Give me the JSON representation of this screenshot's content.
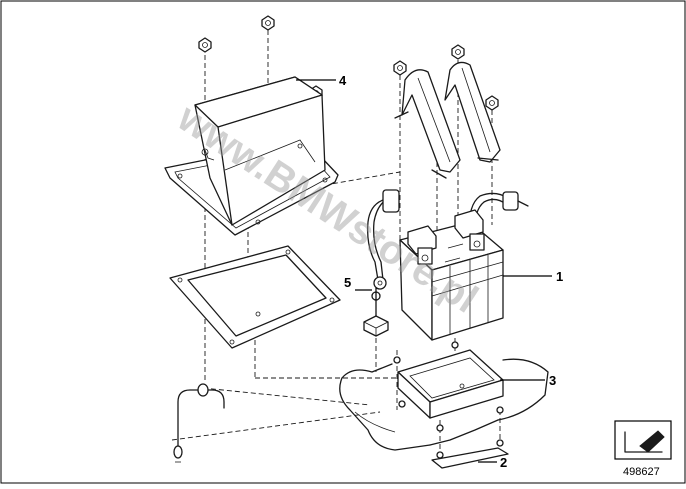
{
  "callouts": {
    "battery": "1",
    "holder_strap": "2",
    "battery_tray": "3",
    "battery_cover": "4",
    "rubber_pad": "5"
  },
  "watermark": "www.BMWstore.pl",
  "document_number": "498627",
  "icons": {
    "corner_symbol": "arrow-box-icon"
  }
}
